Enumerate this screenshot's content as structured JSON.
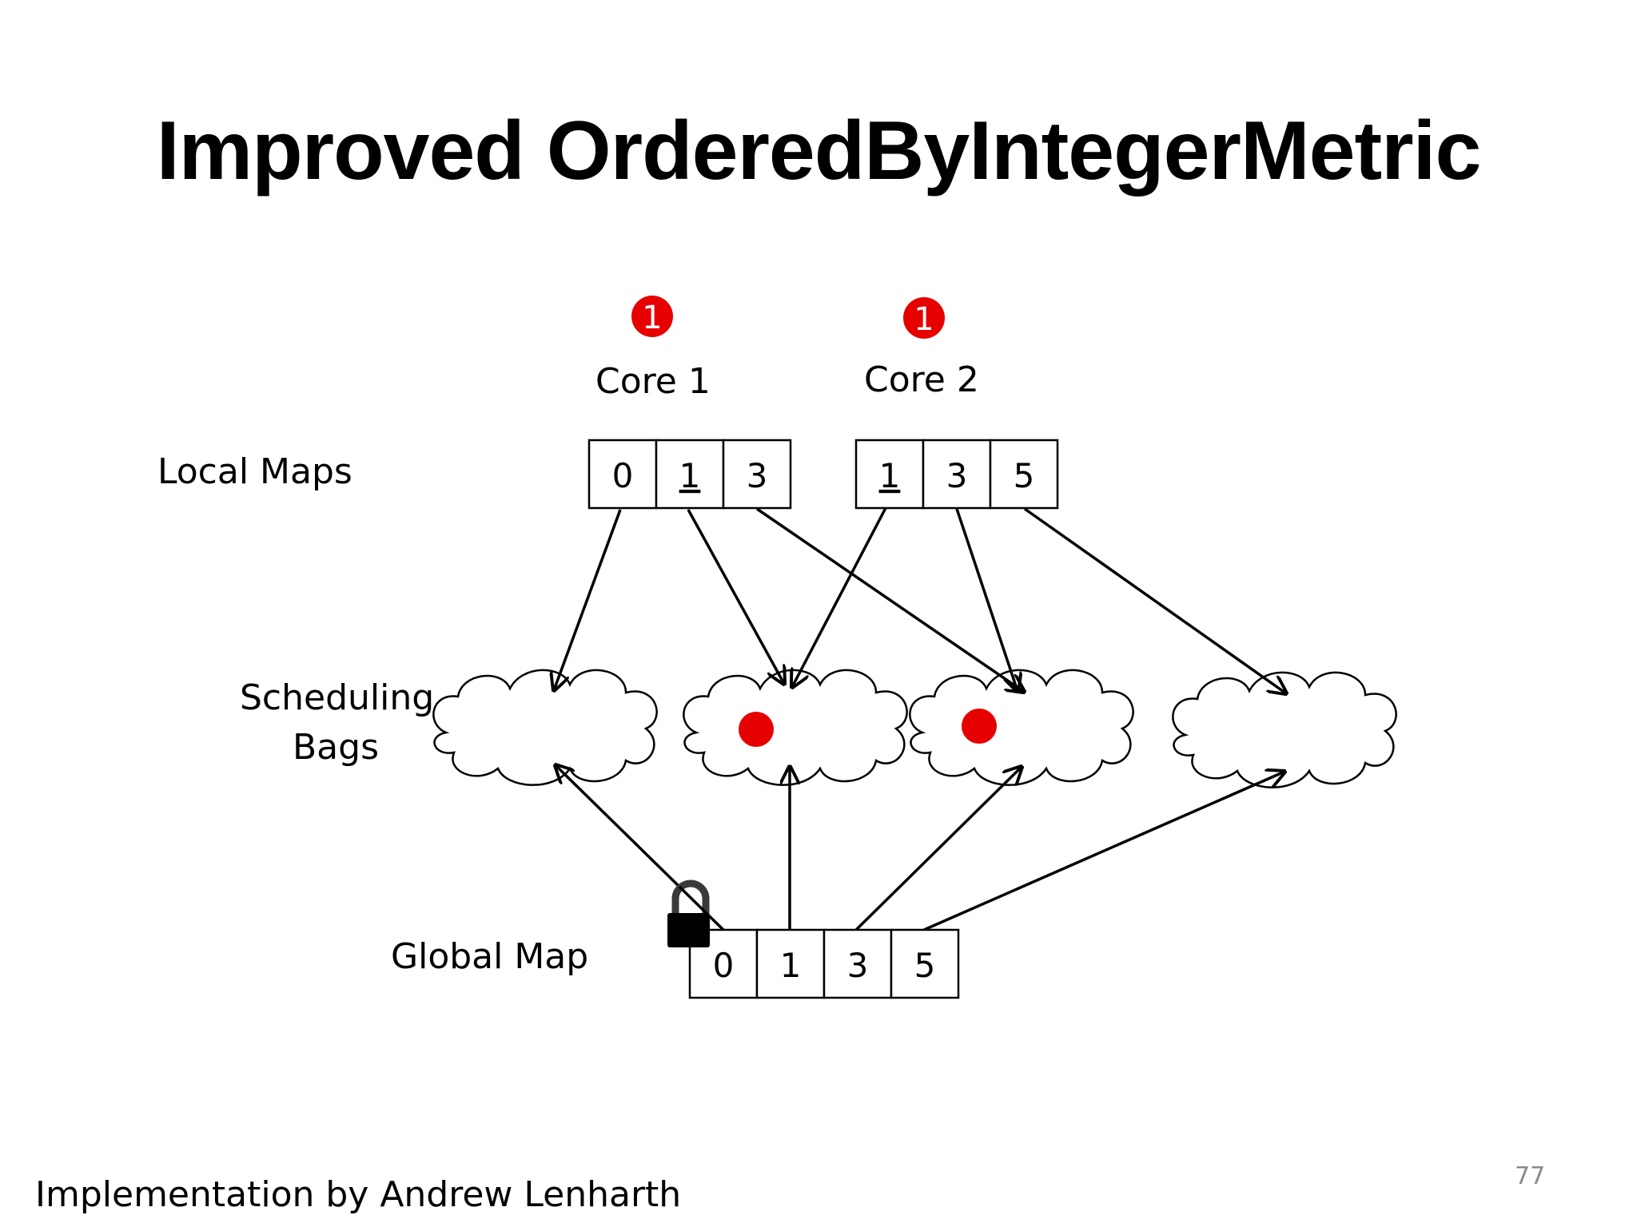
{
  "slide": {
    "title": "Improved OrderedByIntegerMetric",
    "footer": "Implementation by Andrew Lenharth",
    "page_number": "77"
  },
  "labels": {
    "core1": "Core 1",
    "core2": "Core 2",
    "local_maps": "Local Maps",
    "scheduling_line1": "Scheduling",
    "scheduling_line2": "Bags",
    "global_map": "Global Map"
  },
  "badges": {
    "core1": "1",
    "core2": "1"
  },
  "local_map_core1": [
    "0",
    "1",
    "3"
  ],
  "local_map_core2": [
    "1",
    "3",
    "5"
  ],
  "global_map": [
    "0",
    "1",
    "3",
    "5"
  ],
  "colors": {
    "badge": "#e60000",
    "token": "#e60000",
    "line": "#000000"
  },
  "icons": {
    "lock": "lock-icon"
  }
}
